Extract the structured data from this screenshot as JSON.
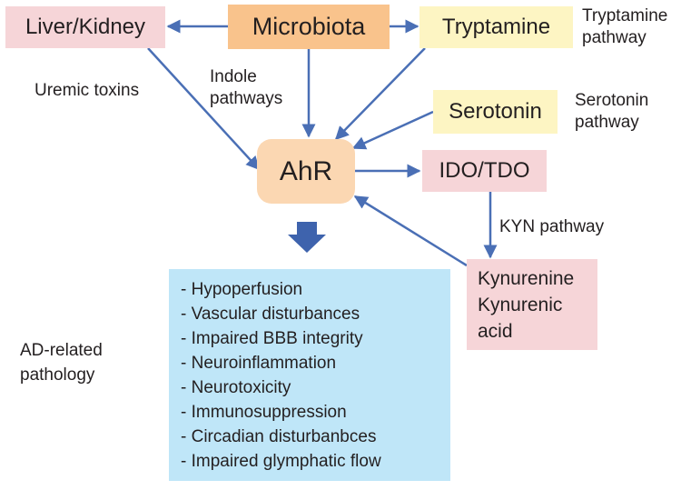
{
  "nodes": {
    "liver_kidney": "Liver/Kidney",
    "microbiota": "Microbiota",
    "tryptamine": "Tryptamine",
    "serotonin": "Serotonin",
    "ahr": "AhR",
    "ido_tdo": "IDO/TDO",
    "kynurenine_lines": [
      "Kynurenine",
      "Kynurenic",
      "acid"
    ]
  },
  "labels": {
    "tryptamine_pathway": [
      "Tryptamine",
      "pathway"
    ],
    "serotonin_pathway": [
      "Serotonin",
      "pathway"
    ],
    "uremic_toxins": "Uremic toxins",
    "indole_pathways": [
      "Indole",
      "pathways"
    ],
    "kyn_pathway": "KYN pathway",
    "ad_related": [
      "AD-related",
      "pathology"
    ]
  },
  "pathology_items": [
    "- Hypoperfusion",
    "- Vascular disturbances",
    "- Impaired BBB integrity",
    "- Neuroinflammation",
    "- Neurotoxicity",
    "- Immunosuppression",
    "- Circadian disturbanbces",
    "- Impaired glymphatic flow"
  ],
  "colors": {
    "arrow": "#4a6fb5",
    "pink_box": "#f6d5d8",
    "orange_box": "#f9c38c",
    "ahr_box": "#fbd7b2",
    "yellow_box": "#fdf5c3",
    "blue_box": "#bfe6f8"
  }
}
